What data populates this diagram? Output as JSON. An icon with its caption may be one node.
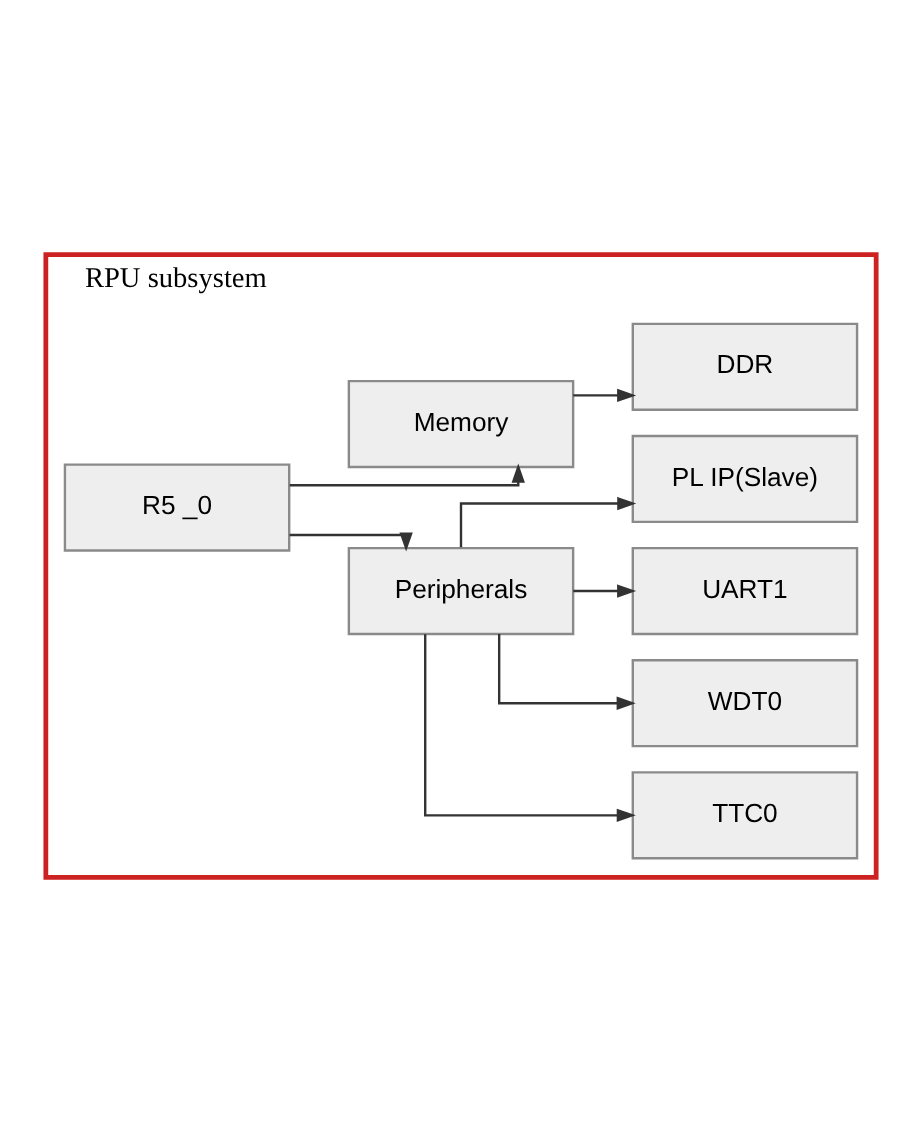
{
  "diagram": {
    "nodes": [
      {
        "text": [
          "RPU subsystem"
        ]
      },
      {
        "text": [
          "R5 _0"
        ],
        "in": 0
      },
      {
        "text": [
          "Peripherals"
        ],
        "in": 0
      },
      {
        "text": [
          "TTC0"
        ],
        "in": 0
      },
      {
        "text": [
          "WDT0"
        ],
        "in": 0
      },
      {
        "text": [
          "UART1"
        ],
        "in": 0
      },
      {
        "text": [
          "PL IP(Slave)"
        ],
        "in": 0
      },
      {
        "text": [
          "Memory"
        ],
        "in": 0
      },
      {
        "text": [
          "DDR"
        ],
        "in": 0
      }
    ],
    "edges": [
      {
        "from": 1,
        "to": 2,
        "arrow": "to"
      },
      {
        "from": 2,
        "to": 3,
        "arrow": "to"
      },
      {
        "from": 2,
        "to": 4,
        "arrow": "to"
      },
      {
        "from": 2,
        "to": 5,
        "arrow": "to"
      },
      {
        "from": 2,
        "to": 6,
        "arrow": "to"
      },
      {
        "from": 1,
        "to": 7,
        "arrow": "to"
      },
      {
        "from": 7,
        "to": 8,
        "arrow": "to"
      }
    ]
  }
}
